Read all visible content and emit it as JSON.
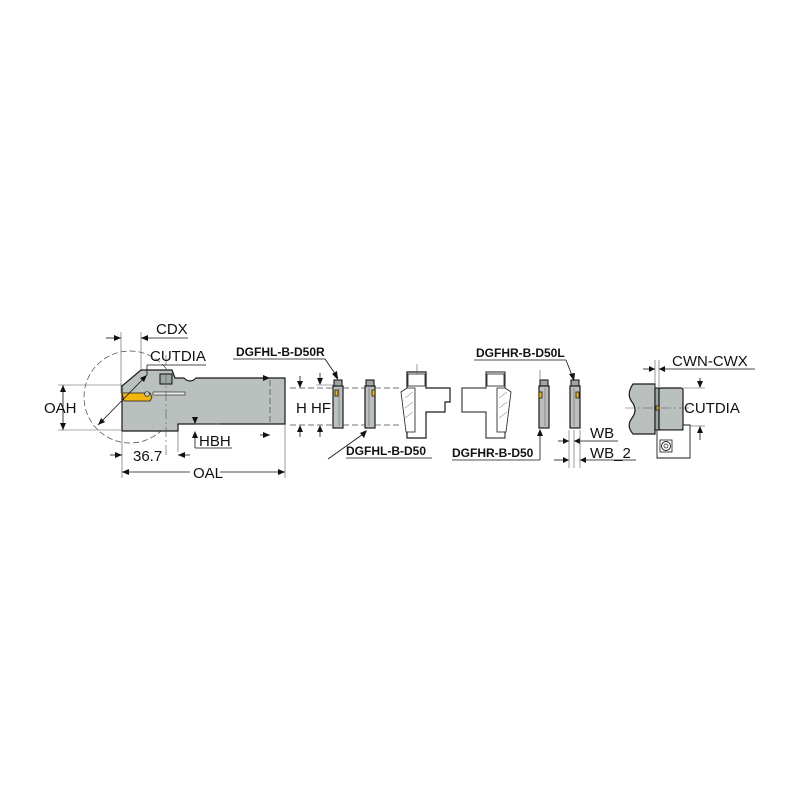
{
  "diagram": {
    "title": "Grooving tool holder dimensional drawing",
    "colors": {
      "body": "#b9c0bd",
      "insert": "#f2b70f",
      "lines": "#111111",
      "background": "#ffffff"
    },
    "dimension_labels": {
      "cdx": "CDX",
      "cutdia_left": "CUTDIA",
      "oah": "OAH",
      "hbh": "HBH",
      "length_36_7": "36.7",
      "oal": "OAL",
      "h": "H",
      "hf": "HF",
      "wb": "WB",
      "wb_2": "WB_2",
      "cwn_cwx": "CWN-CWX",
      "cutdia_right": "CUTDIA"
    },
    "part_labels": {
      "dgfhl_r": "DGFHL-B-D50R",
      "dgfhl": "DGFHL-B-D50",
      "dgfhr_l": "DGFHR-B-D50L",
      "dgfhr": "DGFHR-B-D50"
    }
  }
}
